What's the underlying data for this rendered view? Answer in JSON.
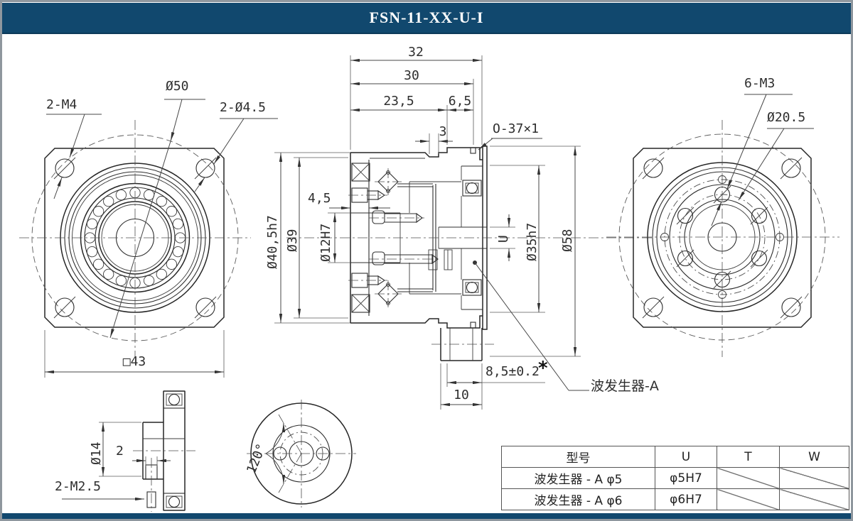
{
  "title": "FSN-11-XX-U-I",
  "front_view": {
    "bolt_label": "2-M4",
    "circle_label": "Ø50",
    "hole_label": "2-Ø4.5",
    "square_label": "□43"
  },
  "section_view": {
    "len_total": "32",
    "len_body": "30",
    "len_front": "23,5",
    "len_rear": "6,5",
    "len_step": "3",
    "oring_label": "O-37×1",
    "flange_thk": "4,5",
    "dia_flange": "Ø40,5h7",
    "dia_step": "Ø39",
    "dia_bore": "Ø12H7",
    "bore_code": "U",
    "dia_pilot": "Ø35h7",
    "dia_corner": "Ø58",
    "axial_pos": "8,5±0.2",
    "axial_star": "*",
    "hub_len": "10",
    "wg_label": "波发生器-A"
  },
  "rear_view": {
    "thread_label": "6-M3",
    "bcd_label": "Ø20.5"
  },
  "detail_view": {
    "dia_label": "Ø14",
    "width_label": "2",
    "thread_label": "2-M2.5"
  },
  "rotation_view": {
    "angle_label": "120°"
  },
  "spec_table": {
    "headers": [
      "型号",
      "U",
      "T",
      "W"
    ],
    "rows": [
      {
        "model": "波发生器 - A φ5",
        "u": "φ5H7",
        "t": "",
        "w": ""
      },
      {
        "model": "波发生器 - A φ6",
        "u": "φ6H7",
        "t": "",
        "w": ""
      }
    ]
  }
}
